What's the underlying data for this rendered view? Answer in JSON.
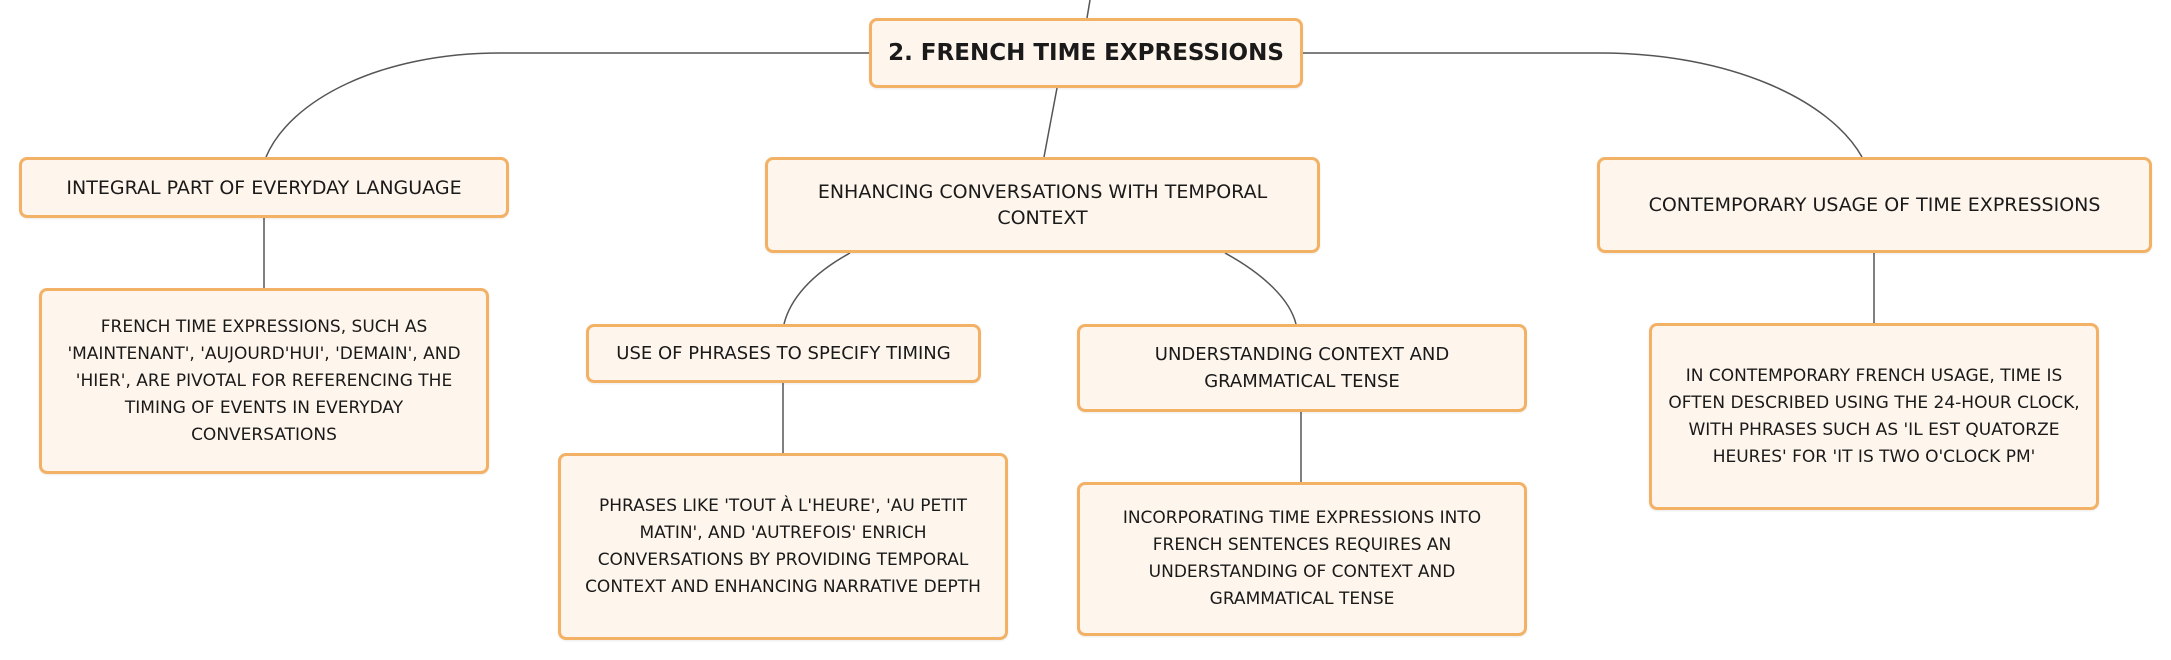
{
  "colors": {
    "node_fill": "#fef5ec",
    "node_border": "#f3b166",
    "connector": "#555555",
    "text": "#1a1a1a"
  },
  "root": {
    "label": "2. French Time Expressions"
  },
  "topics": [
    {
      "label": "Integral part of everyday language",
      "detail": "French time expressions, such as 'maintenant', 'aujourd'hui', 'demain', and 'hier', are pivotal for referencing the timing of events in everyday conversations"
    },
    {
      "label": "Enhancing conversations with temporal context",
      "subtopics": [
        {
          "label": "Use of phrases to specify timing",
          "detail": "Phrases like 'tout à l'heure', 'au petit matin', and 'autrefois' enrich conversations by providing temporal context and enhancing narrative depth"
        },
        {
          "label": "Understanding context and grammatical tense",
          "detail": "Incorporating time expressions into French sentences requires an understanding of context and grammatical tense"
        }
      ]
    },
    {
      "label": "Contemporary usage of time expressions",
      "detail": "In contemporary French usage, time is often described using the 24-hour clock, with phrases such as 'il est quatorze heures' for 'it is two o'clock pm'"
    }
  ]
}
